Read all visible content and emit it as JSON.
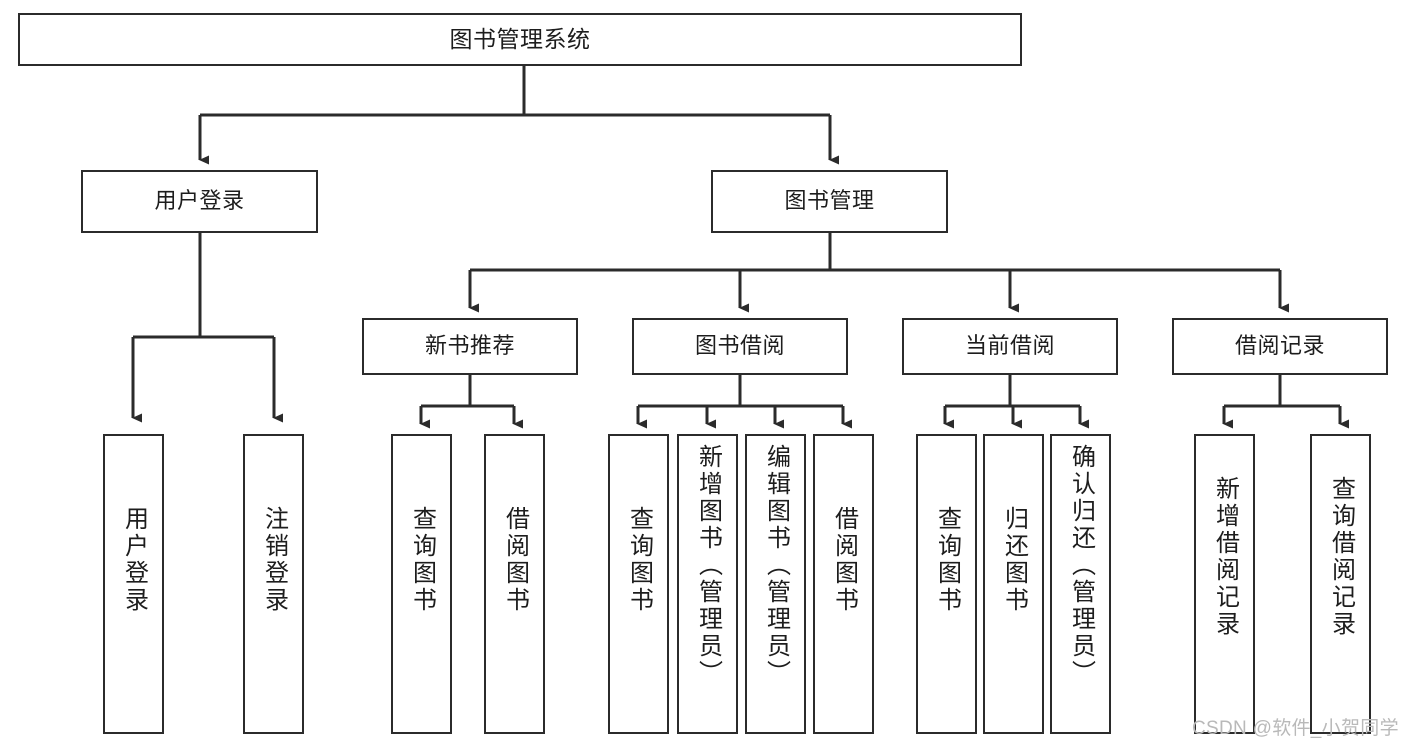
{
  "diagram": {
    "type": "tree",
    "title": "图书管理系统",
    "orientation": "top-down",
    "levels": 4,
    "stroke_color": "#2b2b2b",
    "fill_color": "#ffffff",
    "text_color": "#1d1d1d"
  },
  "nodes": {
    "root": {
      "label": "图书管理系统",
      "level": 1
    },
    "l2": [
      {
        "label": "用户登录",
        "level": 2
      },
      {
        "label": "图书管理",
        "level": 2
      }
    ],
    "l3": [
      {
        "label": "新书推荐",
        "level": 3
      },
      {
        "label": "图书借阅",
        "level": 3
      },
      {
        "label": "当前借阅",
        "level": 3
      },
      {
        "label": "借阅记录",
        "level": 3
      }
    ],
    "leaves_user_login": [
      {
        "label": "用户登录",
        "level": 3
      },
      {
        "label": "注销登录",
        "level": 3
      }
    ],
    "leaves_new_book": [
      {
        "label": "查询图书",
        "level": 4
      },
      {
        "label": "借阅图书",
        "level": 4
      }
    ],
    "leaves_borrow_book": [
      {
        "label": "查询图书",
        "level": 4
      },
      {
        "label": "新增图书（管理员）",
        "level": 4
      },
      {
        "label": "编辑图书（管理员）",
        "level": 4
      },
      {
        "label": "借阅图书",
        "level": 4
      }
    ],
    "leaves_current_borrow": [
      {
        "label": "查询图书",
        "level": 4
      },
      {
        "label": "归还图书",
        "level": 4
      },
      {
        "label": "确认归还（管理员）",
        "level": 4
      }
    ],
    "leaves_borrow_record": [
      {
        "label": "新增借阅记录",
        "level": 4
      },
      {
        "label": "查询借阅记录",
        "level": 4
      }
    ]
  },
  "watermark": {
    "text": "CSDN @软件_小贺同学"
  }
}
